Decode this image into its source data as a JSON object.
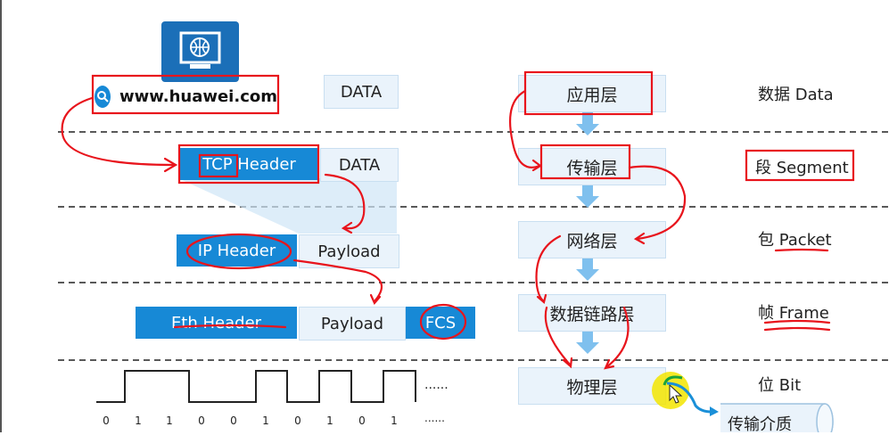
{
  "url": {
    "text": "www.huawei.com"
  },
  "data_rows": {
    "app_data": "DATA",
    "tcp_header": "TCP Header",
    "tcp_data": "DATA",
    "ip_header": "IP Header",
    "ip_payload": "Payload",
    "eth_header": "Eth Header",
    "eth_payload": "Payload",
    "fcs": "FCS"
  },
  "signal": {
    "bits": [
      "0",
      "1",
      "1",
      "0",
      "0",
      "1",
      "0",
      "1",
      "0",
      "1"
    ],
    "wave_ellipsis": "......",
    "bits_ellipsis": "......"
  },
  "layers": [
    "应用层",
    "传输层",
    "网络层",
    "数据链路层",
    "物理层"
  ],
  "units": [
    "数据 Data",
    "段 Segment",
    "包 Packet",
    "帧 Frame",
    "位 Bit"
  ],
  "medium": "传输介质",
  "colors": {
    "blue": "#1789d6",
    "light": "#eaf3fb",
    "annotation": "#e8141c",
    "arrow": "#3aa0e6"
  }
}
